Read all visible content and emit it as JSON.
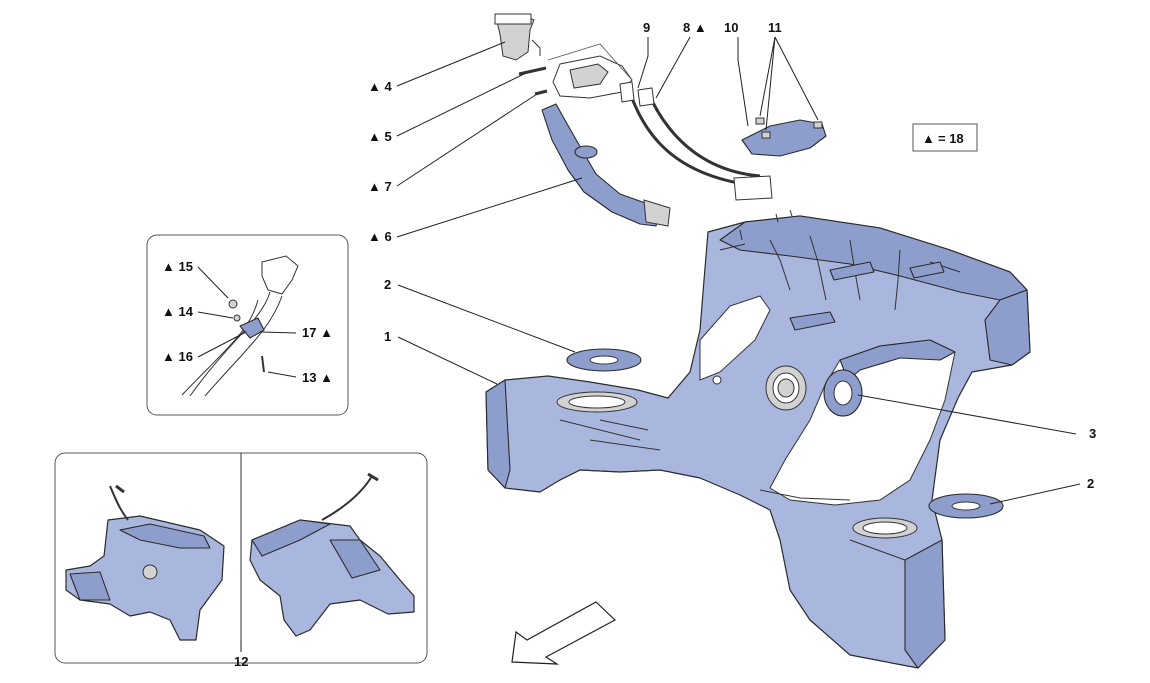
{
  "legend": {
    "symbol": "▲",
    "text": "= 18"
  },
  "callouts": {
    "c1": "1",
    "c2a": "2",
    "c2b": "2",
    "c3": "3",
    "c4": "▲ 4",
    "c5": "▲ 5",
    "c6": "▲ 6",
    "c7": "▲ 7",
    "c8": "8 ▲",
    "c9": "9",
    "c10": "10",
    "c11": "11",
    "c12": "12",
    "c13": "13 ▲",
    "c14": "▲ 14",
    "c15": "▲ 15",
    "c16": "▲ 16",
    "c17": "17 ▲"
  },
  "colors": {
    "part_fill": "#a9b7de",
    "part_shade": "#8d9dcc",
    "outline": "#2b2b2b"
  },
  "icons": {
    "direction_arrow": "front-direction-arrow-icon"
  }
}
